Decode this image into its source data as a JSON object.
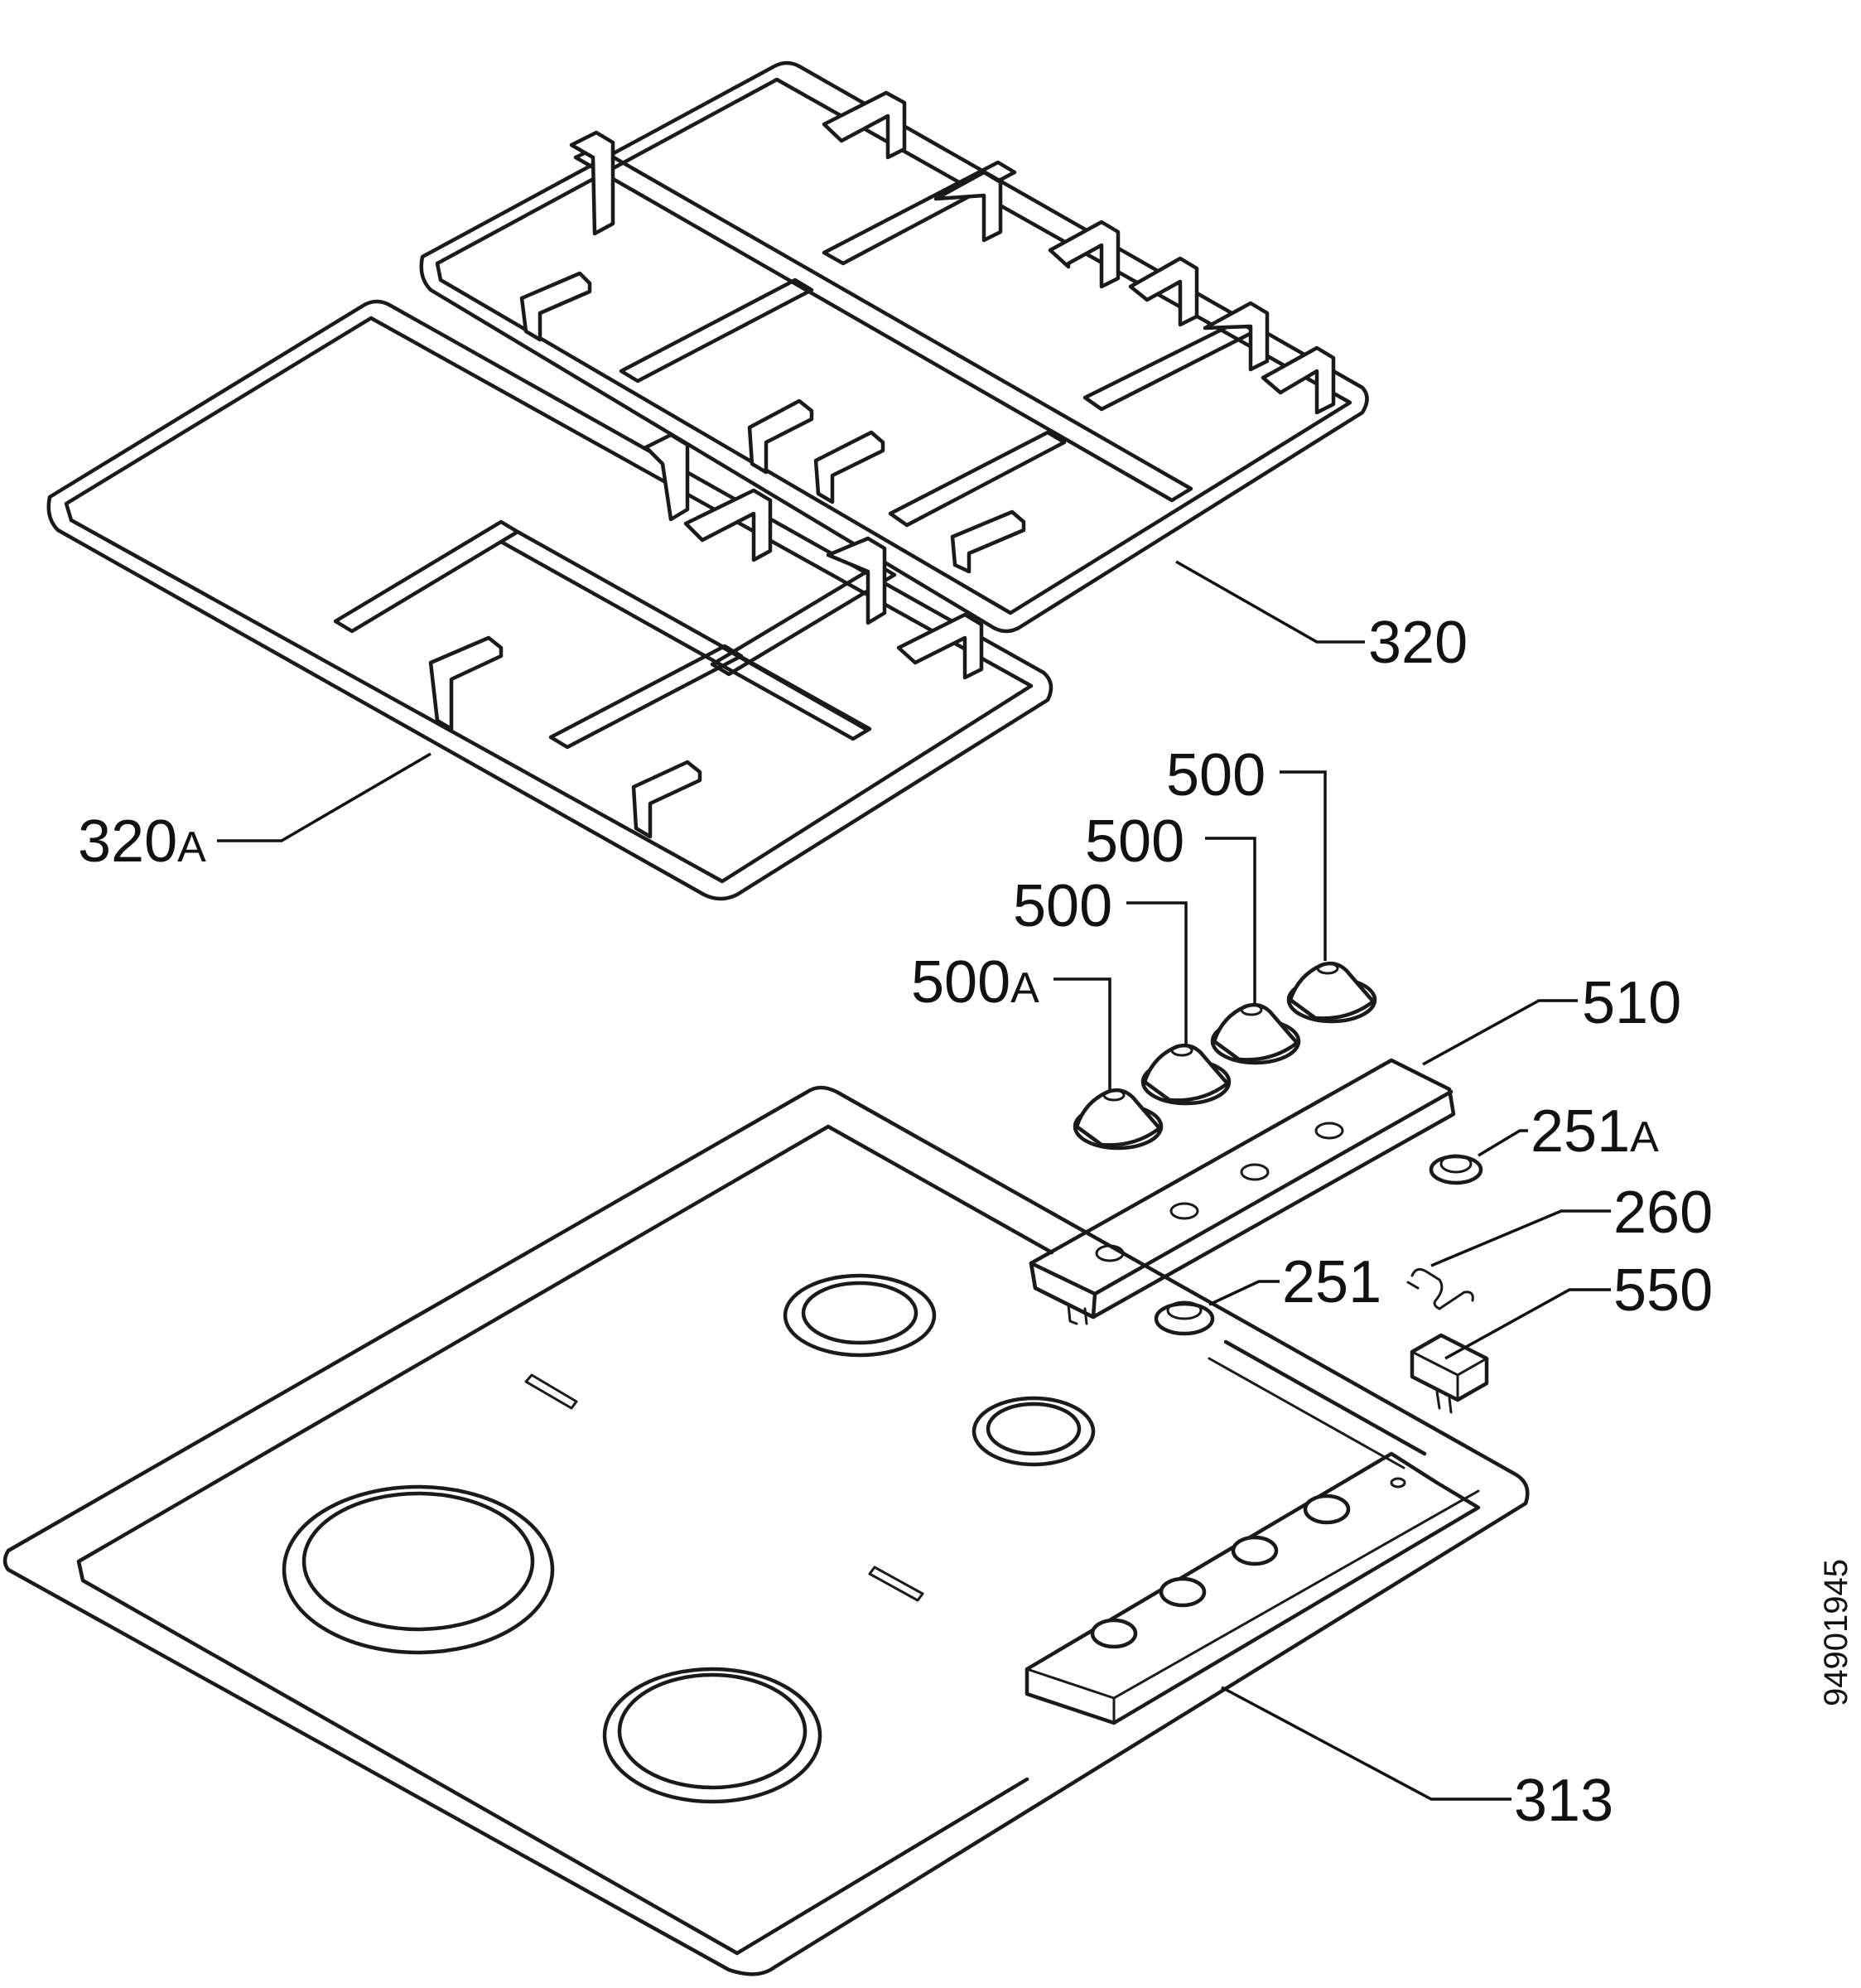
{
  "diagram": {
    "document_id": "94901945",
    "callouts": {
      "grid_right": {
        "number": "320",
        "suffix": ""
      },
      "grid_left": {
        "number": "320",
        "suffix": "A"
      },
      "knob_1": {
        "number": "500",
        "suffix": ""
      },
      "knob_2": {
        "number": "500",
        "suffix": ""
      },
      "knob_3": {
        "number": "500",
        "suffix": ""
      },
      "knob_4": {
        "number": "500",
        "suffix": "A"
      },
      "control_panel": {
        "number": "510",
        "suffix": ""
      },
      "bushing_a": {
        "number": "251",
        "suffix": "A"
      },
      "spring_clip": {
        "number": "260",
        "suffix": ""
      },
      "switch_block": {
        "number": "550",
        "suffix": ""
      },
      "bushing": {
        "number": "251",
        "suffix": ""
      },
      "hob_top": {
        "number": "313",
        "suffix": ""
      }
    }
  }
}
